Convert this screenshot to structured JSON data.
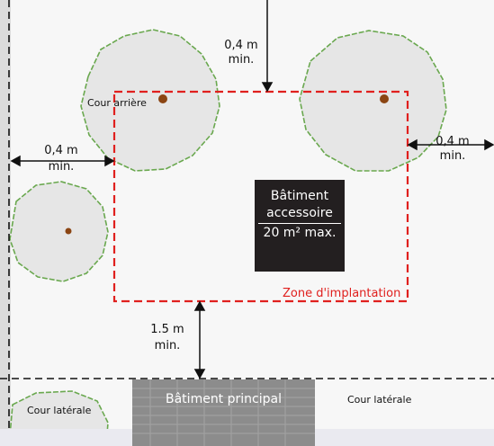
{
  "diagram": {
    "labels": {
      "top_distance": "0,4 m",
      "top_min": "min.",
      "left_distance": "0,4 m",
      "left_min": "min.",
      "right_distance": "0,4 m",
      "right_min": "min.",
      "front_distance": "1.5 m",
      "front_min": "min.",
      "cour_arriere": "Cour arrière",
      "cour_laterale_left": "Cour latérale",
      "cour_laterale_right": "Cour latérale",
      "zone": "Zone d'implantation",
      "accessory_line1": "Bâtiment",
      "accessory_line2": "accessoire",
      "accessory_line3": "20 m² max.",
      "main_building": "Bâtiment principal"
    },
    "colors": {
      "zone_outline": "#e0201e",
      "tree_outline": "#6aa84f",
      "trunk": "#8b4513",
      "accessory_fill": "#231f20",
      "main_fill": "#8c8c8c"
    }
  }
}
